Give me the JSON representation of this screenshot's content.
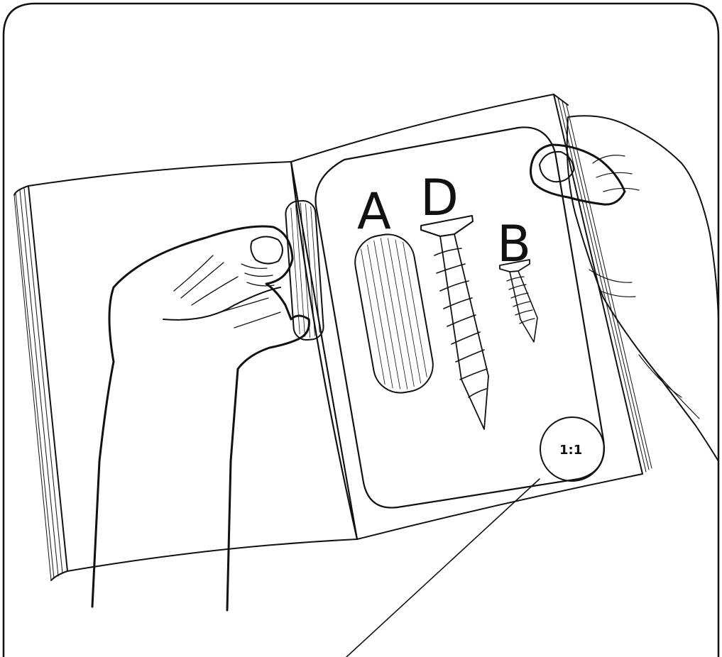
{
  "labels": {
    "dowel": "A",
    "long_screw": "D",
    "short_screw": "B"
  },
  "scale": {
    "label": "1:1"
  },
  "colors": {
    "ink": "#111111",
    "paper": "#ffffff",
    "frame_border": "#222222"
  }
}
